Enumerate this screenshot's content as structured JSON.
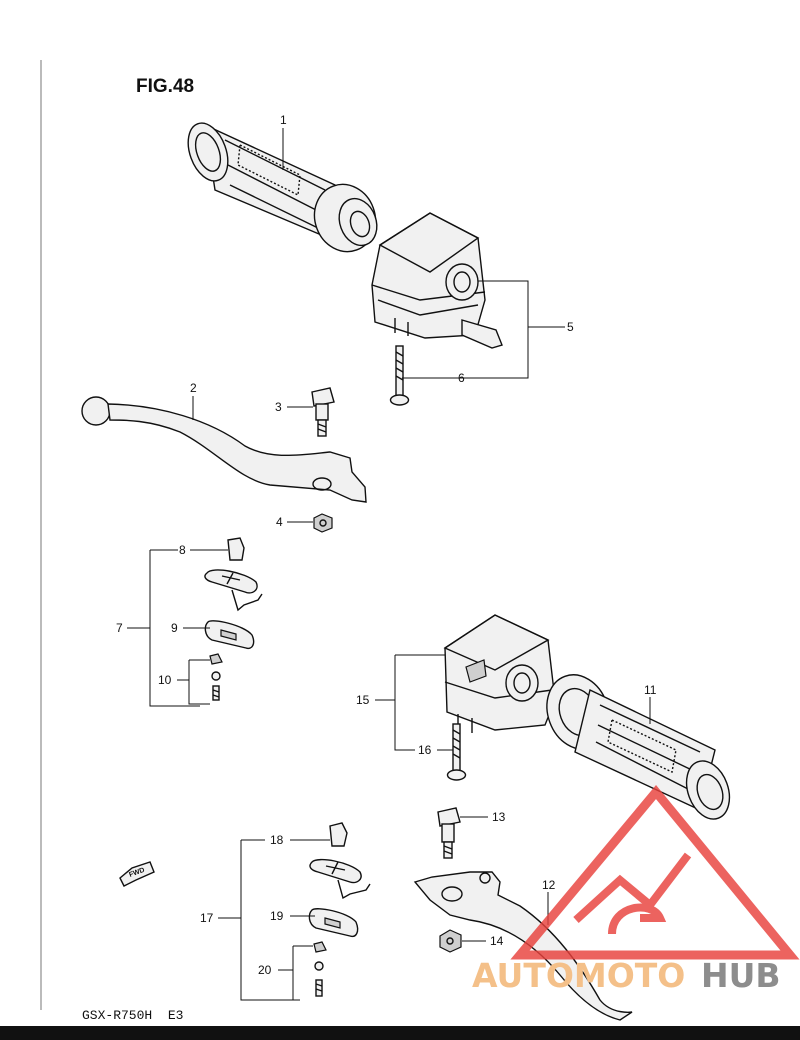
{
  "figure": {
    "title": "FIG.48",
    "model": "GSX-R750H  E3"
  },
  "fwd_label": "FWD",
  "callouts": {
    "c1": "1",
    "c2": "2",
    "c3": "3",
    "c4": "4",
    "c5": "5",
    "c6": "6",
    "c7": "7",
    "c8": "8",
    "c9": "9",
    "c10": "10",
    "c11": "11",
    "c12": "12",
    "c13": "13",
    "c14": "14",
    "c15": "15",
    "c16": "16",
    "c17": "17",
    "c18": "18",
    "c19": "19",
    "c20": "20"
  },
  "watermark": {
    "text_a": "AUTOMOTO",
    "text_b": "HUB",
    "color_a": "#f4c089",
    "color_b": "#8d8d8d",
    "logo_color": "#e8413c"
  }
}
